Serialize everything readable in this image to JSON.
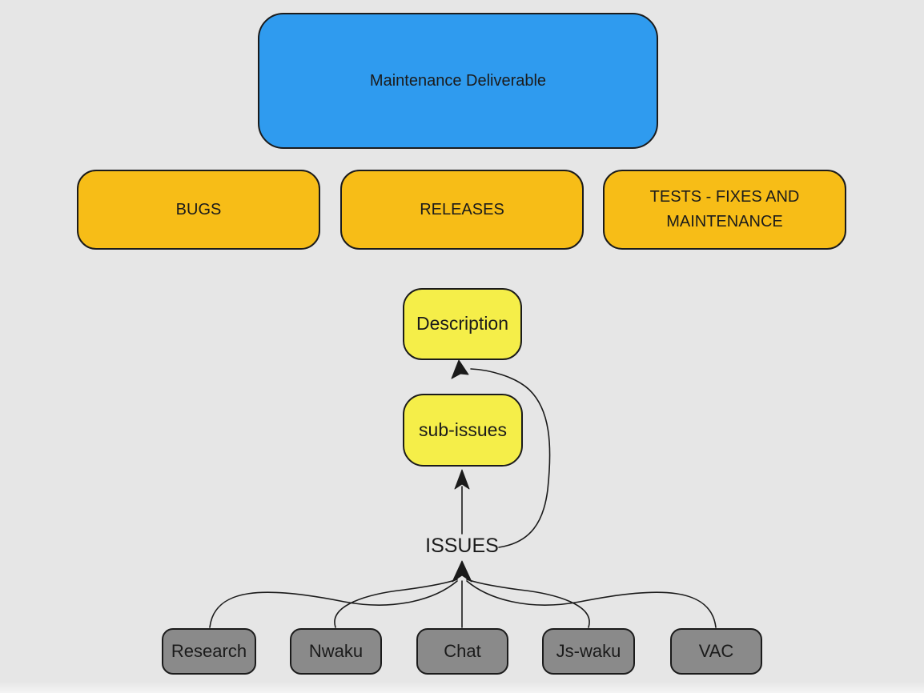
{
  "canvas": {
    "background": "#e6e6e6",
    "stroke_color": "#1b1b1b",
    "text_color": "#1b1b1b"
  },
  "nodes": {
    "maintenance": {
      "label": "Maintenance Deliverable",
      "fill": "#2f9bef"
    },
    "bugs": {
      "label": "BUGS",
      "fill": "#f7bd17"
    },
    "releases": {
      "label": "RELEASES",
      "fill": "#f7bd17"
    },
    "tests": {
      "label": "TESTS - FIXES AND MAINTENANCE",
      "fill": "#f7bd17"
    },
    "description": {
      "label": "Description",
      "fill": "#f5ee49"
    },
    "sub_issues": {
      "label": "sub-issues",
      "fill": "#f5ee49"
    },
    "issues": {
      "label": "ISSUES",
      "fill": "none"
    },
    "research": {
      "label": "Research",
      "fill": "#8a8a8a"
    },
    "nwaku": {
      "label": "Nwaku",
      "fill": "#8a8a8a"
    },
    "chat": {
      "label": "Chat",
      "fill": "#8a8a8a"
    },
    "js_waku": {
      "label": "Js-waku",
      "fill": "#8a8a8a"
    },
    "vac": {
      "label": "VAC",
      "fill": "#8a8a8a"
    }
  },
  "edges": [
    {
      "from": "Research",
      "to": "ISSUES",
      "arrow": true
    },
    {
      "from": "Nwaku",
      "to": "ISSUES",
      "arrow": true
    },
    {
      "from": "Chat",
      "to": "ISSUES",
      "arrow": true
    },
    {
      "from": "Js-waku",
      "to": "ISSUES",
      "arrow": true
    },
    {
      "from": "VAC",
      "to": "ISSUES",
      "arrow": true
    },
    {
      "from": "ISSUES",
      "to": "sub-issues",
      "arrow": true
    },
    {
      "from": "ISSUES",
      "to": "Description",
      "arrow": true
    }
  ]
}
